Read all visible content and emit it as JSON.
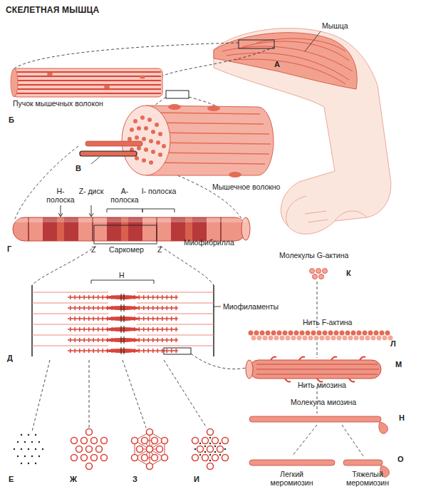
{
  "diagram": {
    "title": "СКЕЛЕТНАЯ МЫШЦА",
    "labels": [
      "Мышца",
      "А",
      "Пучок мышечных волокон",
      "Б",
      "В",
      "Мышечное волокно",
      "H- полоска",
      "Z- диск",
      "A- полоска",
      "I- полоска",
      "Г",
      "Z",
      "Саркомер",
      "Z",
      "Миофибрилла",
      "Молекулы G-актина",
      "К",
      "Д",
      "H",
      "Миофиламенты",
      "Нить F-актина",
      "Л",
      "М",
      "Нить миозина",
      "Молекула миозина",
      "Н",
      "Е",
      "Ж",
      "З",
      "И",
      "Легкий меромиозин",
      "Тяжелый меромиозин",
      "О"
    ]
  }
}
